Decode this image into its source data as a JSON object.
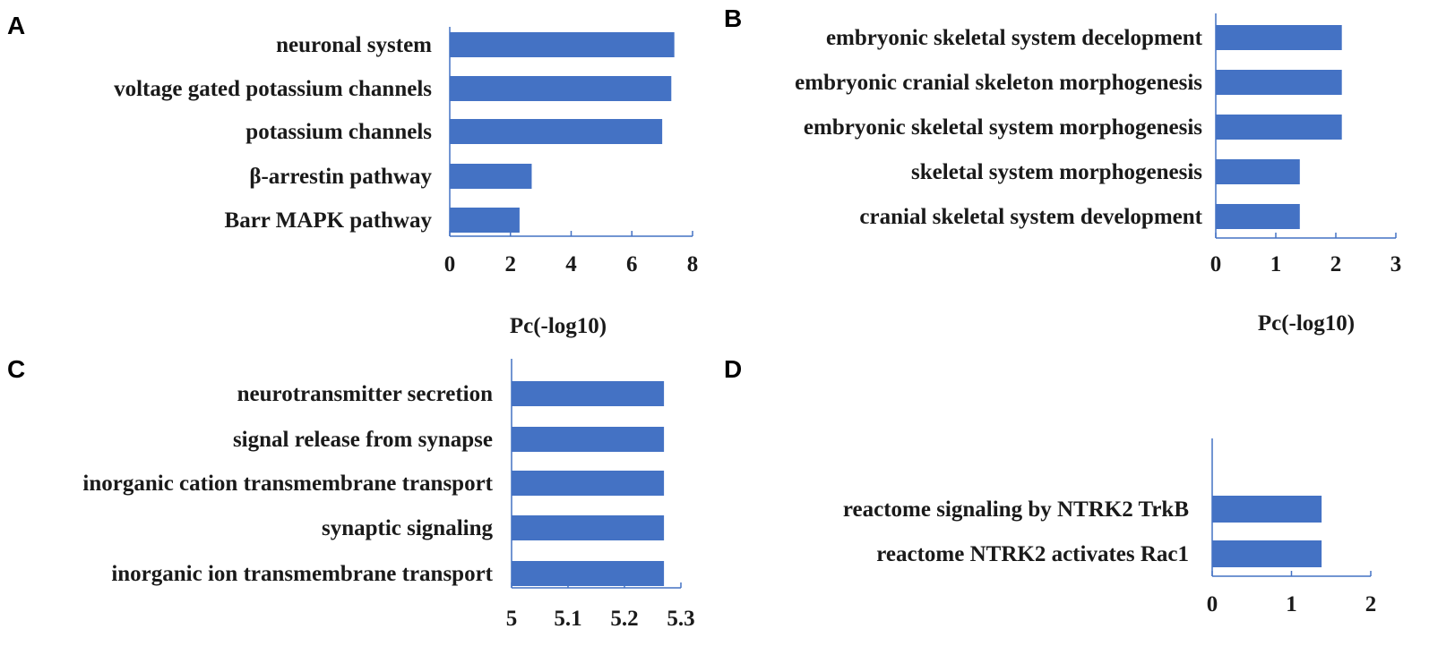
{
  "chart_data": [
    {
      "panel": "A",
      "type": "bar",
      "orientation": "horizontal",
      "categories": [
        "neuronal system",
        "voltage gated potassium channels",
        "potassium channels",
        "β-arrestin pathway",
        "Barr MAPK pathway"
      ],
      "values": [
        7.4,
        7.3,
        7.0,
        2.7,
        2.3
      ],
      "xlabel": "Pc(-log10)",
      "xlim": [
        0,
        8
      ],
      "xticks": [
        0,
        2,
        4,
        6,
        8
      ]
    },
    {
      "panel": "B",
      "type": "bar",
      "orientation": "horizontal",
      "categories": [
        "embryonic skeletal system decelopment",
        "embryonic cranial skeleton morphogenesis",
        "embryonic skeletal system morphogenesis",
        "skeletal system morphogenesis",
        "cranial skeletal system development"
      ],
      "values": [
        2.1,
        2.1,
        2.1,
        1.4,
        1.4
      ],
      "xlabel": "Pc(-log10)",
      "xlim": [
        0,
        3
      ],
      "xticks": [
        0,
        1,
        2,
        3
      ]
    },
    {
      "panel": "C",
      "type": "bar",
      "orientation": "horizontal",
      "categories": [
        "neurotransmitter secretion",
        "signal release from synapse",
        "inorganic cation transmembrane transport",
        "synaptic signaling",
        "inorganic ion transmembrane transport"
      ],
      "values": [
        5.27,
        5.27,
        5.27,
        5.27,
        5.27
      ],
      "xlabel": "",
      "xlim": [
        5,
        5.3
      ],
      "xticks": [
        "5",
        "5.1",
        "5.2",
        "5.3"
      ]
    },
    {
      "panel": "D",
      "type": "bar",
      "orientation": "horizontal",
      "categories": [
        "reactome signaling by NTRK2 TrkB",
        "reactome NTRK2 activates Rac1"
      ],
      "values": [
        1.38,
        1.38
      ],
      "xlabel": "",
      "xlim": [
        0,
        2
      ],
      "xticks": [
        0,
        1,
        2
      ]
    }
  ],
  "colors": {
    "bar": "#4472c4",
    "axis": "#4472c4",
    "text": "#1a1a1a"
  }
}
